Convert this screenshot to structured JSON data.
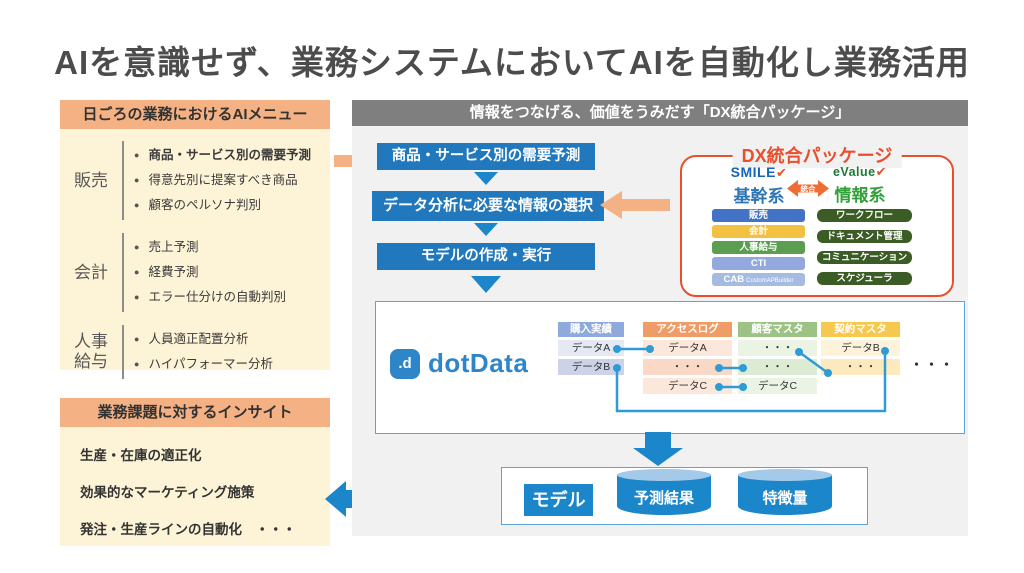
{
  "title": "AIを意識せず、業務システムにおいてAIを自動化し業務活用",
  "palette": {
    "header_orange": "#f4b183",
    "panel_cream": "#fdf3d6",
    "panel_gray": "#f1f1f2",
    "bar_gray": "#7f7f7f",
    "flow_blue": "#2178bd",
    "arrow_blue": "#1b87ca",
    "dx_red": "#e8502d",
    "link_blue": "#2e9bd6"
  },
  "ai_menu": {
    "header": "日ごろの業務におけるAIメニュー",
    "sections": [
      {
        "label": "販売",
        "items": [
          "商品・サービス別の需要予測",
          "得意先別に提案すべき商品",
          "顧客のペルソナ判別"
        ]
      },
      {
        "label": "会計",
        "items": [
          "売上予測",
          "経費予測",
          "エラー仕分けの自動判別"
        ]
      },
      {
        "label": "人事給与",
        "items": [
          "人員適正配置分析",
          "ハイパフォーマー分析"
        ]
      }
    ]
  },
  "insight": {
    "header": "業務課題に対するインサイト",
    "items": [
      "生産・在庫の適正化",
      "効果的なマーケティング施策",
      "発注・生産ラインの自動化　・・・"
    ]
  },
  "dx": {
    "header": "情報をつなげる、価値をうみだす「DX統合パッケージ」",
    "flow": [
      "商品・サービス別の需要予測",
      "データ分析に必要な情報の選択",
      "モデルの作成・実行"
    ],
    "package": {
      "title": "DX統合パッケージ",
      "check": "✔",
      "smile_brand": "SMILE",
      "smile_label": "基幹系",
      "integration": "統合",
      "evalue_brand": "eValue",
      "evalue_label": "情報系",
      "core_modules": [
        {
          "label": "販売",
          "color": "#4472c4"
        },
        {
          "label": "会計",
          "color": "#f2c142"
        },
        {
          "label": "人事給与",
          "color": "#5b9e50"
        },
        {
          "label": "CTI",
          "color": "#93a9dd"
        },
        {
          "label": "CAB",
          "sub": "CustomAPBuilder",
          "color": "#a6bbe2"
        }
      ],
      "info_color": "#3c5c26",
      "info_modules": [
        "ワークフロー",
        "ドキュメント管理",
        "コミュニケーション",
        "スケジューラ"
      ]
    },
    "dotdata": {
      "logo_mark": ".d",
      "logo_text": "dotData",
      "tables": [
        {
          "name": "購入実績",
          "color": "#8ea9db",
          "rows": [
            "データA",
            "データB"
          ]
        },
        {
          "name": "アクセスログ",
          "color": "#f09c66",
          "rows": [
            "データA",
            "・・・",
            "データC"
          ]
        },
        {
          "name": "顧客マスタ",
          "color": "#9cc384",
          "rows": [
            "・・・",
            "・・・",
            "データC"
          ]
        },
        {
          "name": "契約マスタ",
          "color": "#f7c84e",
          "rows": [
            "データB",
            "・・・"
          ]
        }
      ],
      "more": "・・・"
    },
    "outputs": {
      "model": "モデル",
      "db1": "予測結果",
      "db2": "特徴量"
    }
  }
}
